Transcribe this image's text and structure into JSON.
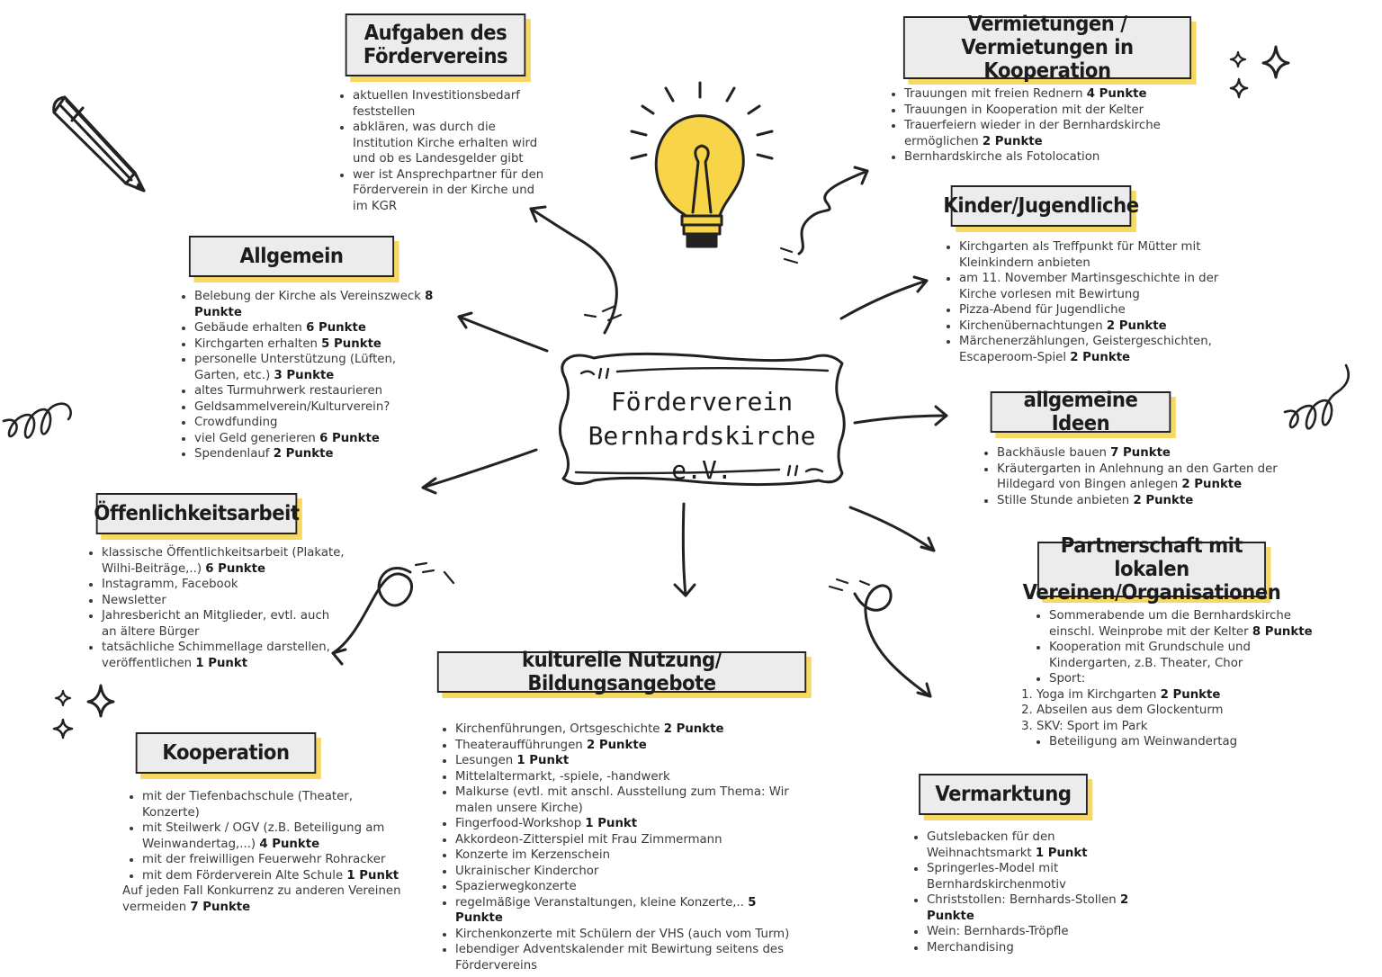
{
  "center": {
    "line1": "Förderverein",
    "line2": "Bernhardskirche e.V."
  },
  "colors": {
    "header_bg": "#ececec",
    "shadow": "#f6d862",
    "bulb": "#f8d548",
    "ink": "#222222"
  },
  "icons": [
    "pencil-icon",
    "lightbulb-icon",
    "sparkle-icon",
    "squiggle-icon",
    "arrow-icon",
    "quote-icon"
  ],
  "sections": [
    {
      "id": "aufgaben",
      "title": "Aufgaben des Fördervereins",
      "items": [
        {
          "text": "aktuellen Investitionsbedarf feststellen",
          "points": ""
        },
        {
          "text": "abklären, was durch die Institution Kirche erhalten wird und ob es Landesgelder gibt",
          "points": ""
        },
        {
          "text": "wer ist Ansprechpartner für den Förderverein in der Kirche und im KGR",
          "points": ""
        }
      ]
    },
    {
      "id": "vermietungen",
      "title": "Vermietungen / Vermietungen in Kooperation",
      "items": [
        {
          "text": "Trauungen mit freien Rednern ",
          "points": "4 Punkte"
        },
        {
          "text": "Trauungen in Kooperation mit der Kelter",
          "points": ""
        },
        {
          "text": "Trauerfeiern wieder in der Bernhardskirche ermöglichen ",
          "points": "2 Punkte"
        },
        {
          "text": "Bernhardskirche als Fotolocation",
          "points": ""
        }
      ]
    },
    {
      "id": "kinder",
      "title": "Kinder/Jugendliche",
      "items": [
        {
          "text": "Kirchgarten als Treffpunkt für Mütter mit Kleinkindern anbieten",
          "points": ""
        },
        {
          "text": "am 11. November Martinsgeschichte in der Kirche vorlesen mit Bewirtung",
          "points": ""
        },
        {
          "text": "Pizza-Abend für Jugendliche",
          "points": ""
        },
        {
          "text": "Kirchenübernachtungen ",
          "points": "2 Punkte"
        },
        {
          "text": "Märchenerzählungen, Geistergeschichten, Escaperoom-Spiel  ",
          "points": "2 Punkte"
        }
      ]
    },
    {
      "id": "allgemein",
      "title": "Allgemein",
      "items": [
        {
          "text": "Belebung der Kirche als Vereinszweck ",
          "points": "8 Punkte"
        },
        {
          "text": "Gebäude erhalten ",
          "points": "6 Punkte"
        },
        {
          "text": "Kirchgarten erhalten ",
          "points": "5 Punkte"
        },
        {
          "text": "personelle Unterstützung (Lüften, Garten, etc.) ",
          "points": "3 Punkte"
        },
        {
          "text": "altes Turmuhrwerk restaurieren",
          "points": ""
        },
        {
          "text": "Geldsammelverein/Kulturverein?",
          "points": ""
        },
        {
          "text": "Crowdfunding",
          "points": ""
        },
        {
          "text": "viel Geld generieren ",
          "points": "6 Punkte"
        },
        {
          "text": "Spendenlauf ",
          "points": "2 Punkte"
        }
      ]
    },
    {
      "id": "ideen",
      "title": "allgemeine Ideen",
      "items": [
        {
          "text": "Backhäusle bauen ",
          "points": "7 Punkte"
        },
        {
          "text": "Kräutergarten in Anlehnung an den Garten der Hildegard von Bingen anlegen ",
          "points": "2 Punkte"
        },
        {
          "text": "Stille Stunde anbieten ",
          "points": "2 Punkte"
        }
      ]
    },
    {
      "id": "oeffentlich",
      "title": "Öffenlichkeitsarbeit",
      "items": [
        {
          "text": "klassische Öffentlichkeitsarbeit (Plakate, Wilhi-Beiträge,..) ",
          "points": "6 Punkte"
        },
        {
          "text": "Instagramm, Facebook",
          "points": ""
        },
        {
          "text": "Newsletter",
          "points": ""
        },
        {
          "text": "Jahresbericht an Mitglieder, evtl. auch an ältere Bürger",
          "points": ""
        },
        {
          "text": "tatsächliche Schimmellage darstellen, veröffentlichen ",
          "points": "1 Punkt"
        }
      ]
    },
    {
      "id": "partner",
      "title": "Partnerschaft mit lokalen Vereinen/Organisationen",
      "items": [
        {
          "text": "Sommerabende um die Bernhardskirche einschl. Weinprobe mit der Kelter ",
          "points": "8 Punkte"
        },
        {
          "text": "Kooperation mit Grundschule und Kindergarten, z.B. Theater, Chor",
          "points": ""
        },
        {
          "text": "Sport:",
          "points": ""
        }
      ],
      "numbered": [
        {
          "text": "Yoga im Kirchgarten ",
          "points": "2 Punkte"
        },
        {
          "text": "Abseilen aus dem Glockenturm",
          "points": ""
        },
        {
          "text": "SKV: Sport im Park",
          "points": ""
        }
      ],
      "after": [
        {
          "text": "Beteiligung am Weinwandertag",
          "points": ""
        }
      ]
    },
    {
      "id": "kultur",
      "title": "kulturelle Nutzung/ Bildungsangebote",
      "items": [
        {
          "text": "Kirchenführungen, Ortsgeschichte ",
          "points": "2 Punkte"
        },
        {
          "text": "Theateraufführungen ",
          "points": "2 Punkte"
        },
        {
          "text": "Lesungen ",
          "points": "1 Punkt"
        },
        {
          "text": "Mittelaltermarkt, -spiele, -handwerk",
          "points": ""
        },
        {
          "text": "Malkurse (evtl. mit anschl. Ausstellung zum Thema: Wir malen unsere Kirche)",
          "points": ""
        },
        {
          "text": "Fingerfood-Workshop ",
          "points": "1 Punkt"
        },
        {
          "text": "Akkordeon-Zitterspiel mit Frau Zimmermann",
          "points": ""
        },
        {
          "text": "Konzerte im Kerzenschein",
          "points": ""
        },
        {
          "text": "Ukrainischer Kinderchor",
          "points": ""
        },
        {
          "text": "Spazierwegkonzerte",
          "points": ""
        },
        {
          "text": "regelmäßige Veranstaltungen, kleine Konzerte,.. ",
          "points": "5 Punkte"
        },
        {
          "text": "Kirchenkonzerte mit Schülern der VHS (auch vom Turm)",
          "points": ""
        },
        {
          "text": "lebendiger Adventskalender mit Bewirtung seitens des Fördervereins",
          "points": ""
        }
      ]
    },
    {
      "id": "kooperation",
      "title": "Kooperation",
      "items": [
        {
          "text": "mit der Tiefenbachschule (Theater, Konzerte)",
          "points": ""
        },
        {
          "text": "mit Steilwerk / OGV (z.B. Beteiligung am Weinwandertag,...) ",
          "points": "4 Punkte"
        },
        {
          "text": "mit der freiwilligen Feuerwehr Rohracker",
          "points": ""
        },
        {
          "text": "mit dem Förderverein Alte Schule ",
          "points": "1 Punkt"
        }
      ],
      "note": {
        "text": "Auf jeden Fall Konkurrenz zu anderen Vereinen vermeiden ",
        "points": "7 Punkte"
      }
    },
    {
      "id": "vermarktung",
      "title": "Vermarktung",
      "items": [
        {
          "text": "Gutslebacken für den Weihnachtsmarkt ",
          "points": "1 Punkt"
        },
        {
          "text": "Springerles-Model mit Bernhardskirchenmotiv",
          "points": ""
        },
        {
          "text": "Christstollen: Bernhards-Stollen ",
          "points": "2 Punkte"
        },
        {
          "text": "Wein: Bernhards-Tröpfle",
          "points": ""
        },
        {
          "text": "Merchandising",
          "points": ""
        }
      ]
    }
  ]
}
